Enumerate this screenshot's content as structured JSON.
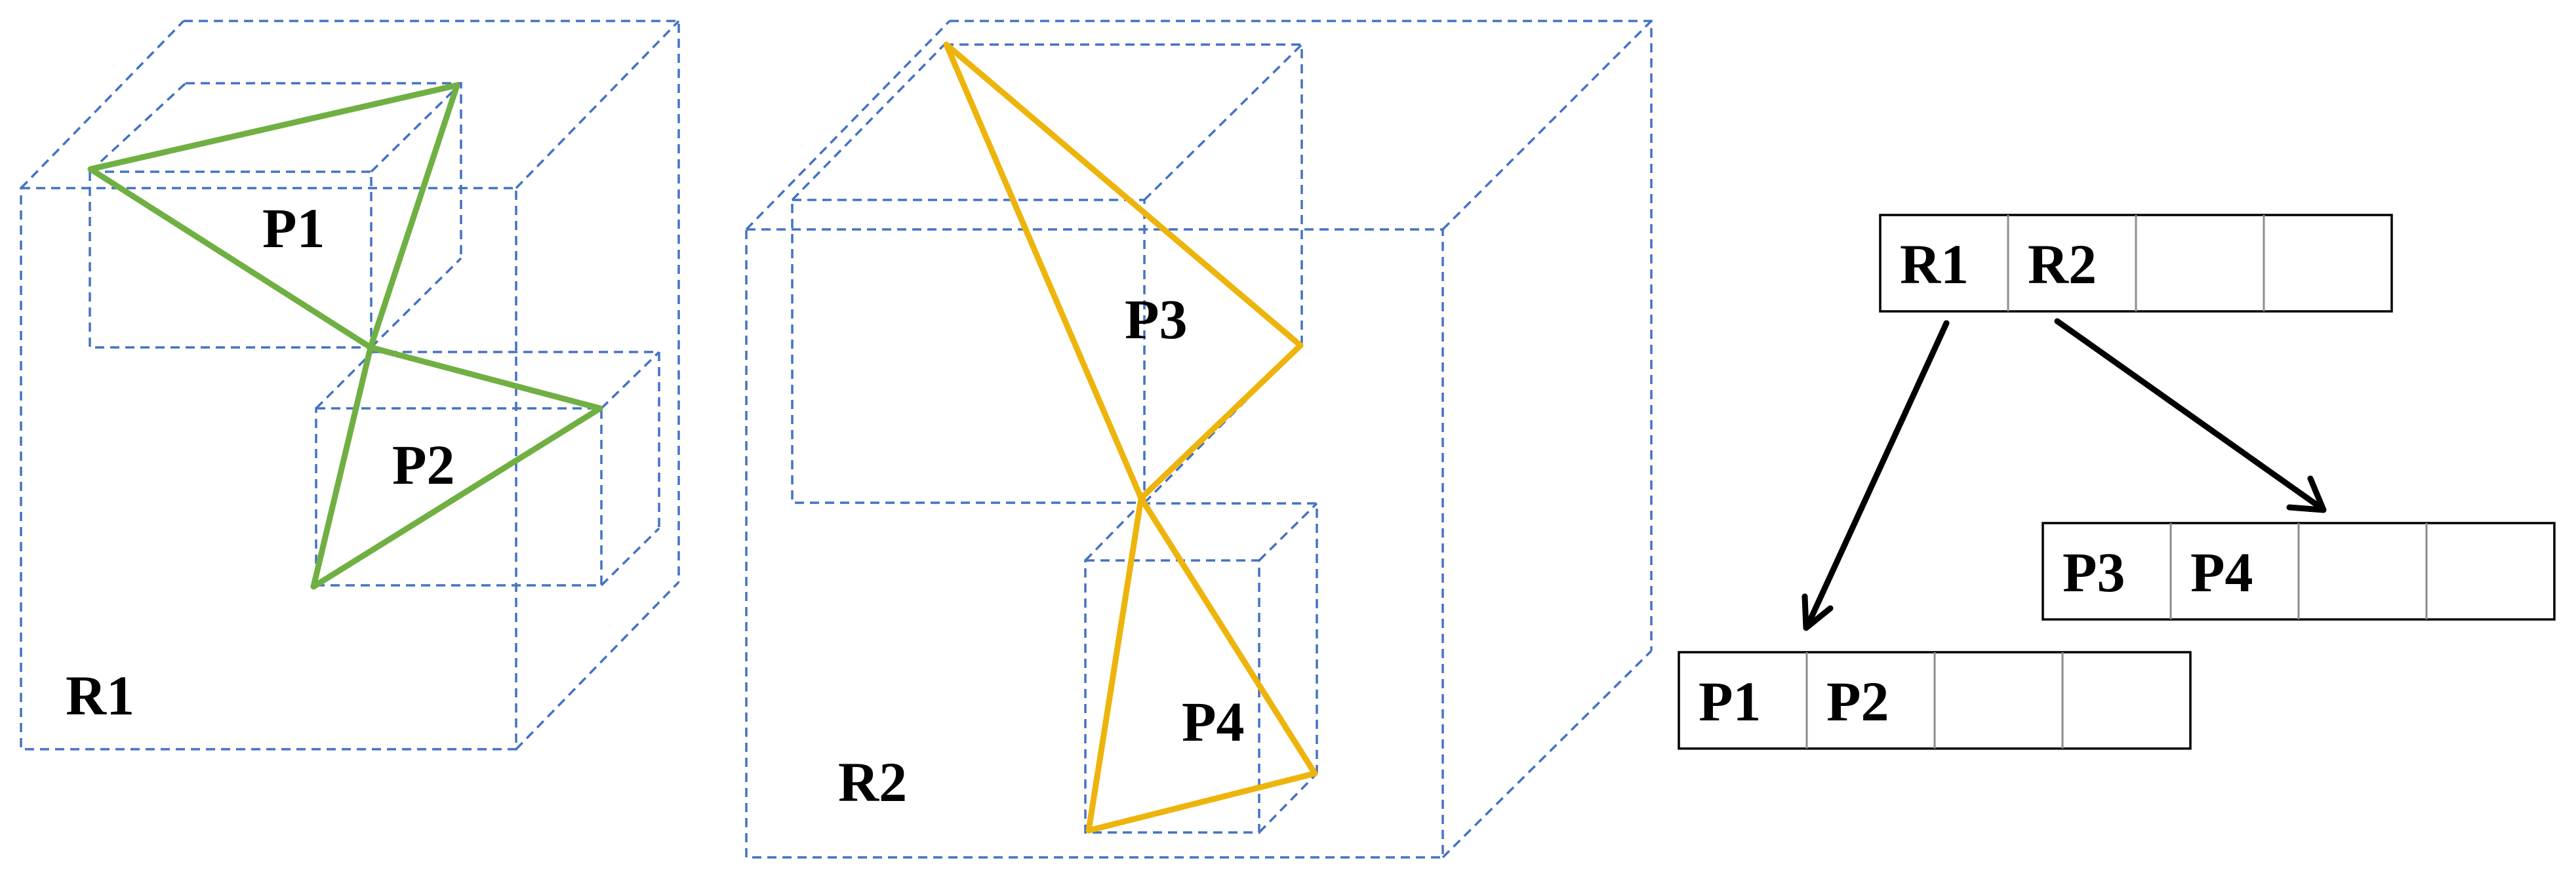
{
  "left_scene": {
    "outer_label": "R1",
    "labels": [
      "P1",
      "P2"
    ],
    "triangle_color": "#70B043"
  },
  "middle_scene": {
    "outer_label": "R2",
    "labels": [
      "P3",
      "P4"
    ],
    "triangle_color": "#EDB40C"
  },
  "tree": {
    "root": {
      "entries": [
        "R1",
        "R2",
        "",
        ""
      ]
    },
    "child_right": {
      "entries": [
        "P3",
        "P4",
        "",
        ""
      ]
    },
    "child_left": {
      "entries": [
        "P1",
        "P2",
        "",
        ""
      ]
    }
  },
  "colors": {
    "box_stroke": "#4472C4",
    "green": "#70B043",
    "gold": "#EDB40C"
  }
}
